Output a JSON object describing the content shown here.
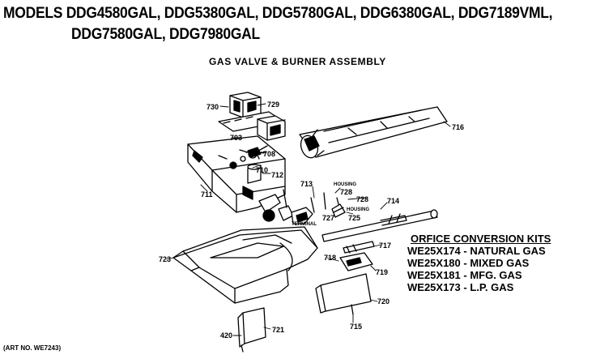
{
  "header": {
    "title_line1": "MODELS DDG4580GAL, DDG5380GAL, DDG5780GAL, DDG6380GAL, DDG7189VML,",
    "title_line2": "DDG7580GAL, DDG7980GAL",
    "subtitle": "GAS VALVE & BURNER ASSEMBLY"
  },
  "parts": {
    "p730": "730",
    "p729": "729",
    "p703": "703",
    "p708": "708",
    "p710": "710",
    "p712": "712",
    "p711": "711",
    "p713": "713",
    "p728": "728",
    "p727": "727",
    "p725": "725",
    "p714": "714",
    "p716": "716",
    "p717": "717",
    "p718": "718",
    "p719": "719",
    "p720": "720",
    "p715": "715",
    "p721": "721",
    "p420": "420",
    "p723": "723"
  },
  "callouts": {
    "housing1": "HOUSING",
    "housing2": "HOUSING",
    "terminal": "TERMINAL"
  },
  "kits": {
    "heading": "ORFICE CONVERSION KITS",
    "items": [
      "WE25X174 - NATURAL GAS",
      "WE25X180 - MIXED GAS",
      "WE25X181 - MFG. GAS",
      "WE25X173 - L.P. GAS"
    ]
  },
  "art_no": "(ART NO. WE7243)"
}
